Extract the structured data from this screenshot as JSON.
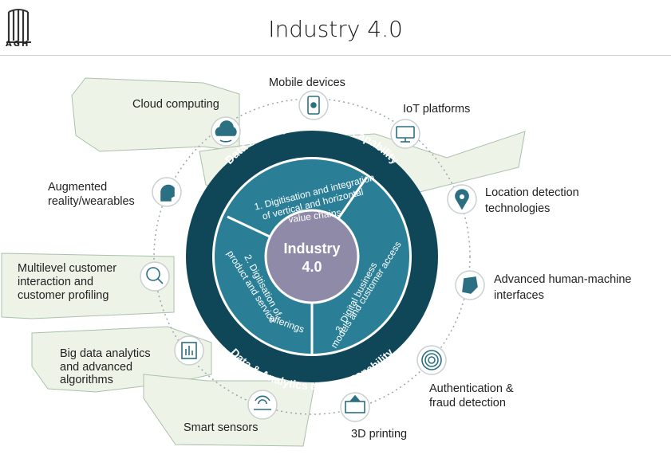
{
  "header": {
    "title": "Industry 4.0",
    "logo_text": "AGH"
  },
  "diagram": {
    "center": [
      "Industry",
      "4.0"
    ],
    "outer_ring_text_top": "Data & Analytics as core capability",
    "outer_ring_text_bottom": "Data & Analytics as core capability",
    "segments": [
      {
        "lines": [
          "1. Digitisation and integration",
          "of vertical and horizontal",
          "value chains"
        ]
      },
      {
        "lines": [
          "2. Digitisation of",
          "product and service",
          "offerings"
        ]
      },
      {
        "lines": [
          "3. Digital business",
          "models and customer access"
        ]
      }
    ],
    "items": [
      {
        "icon": "smartphone-icon",
        "lines": [
          "Mobile devices"
        ]
      },
      {
        "icon": "monitor-icon",
        "lines": [
          "IoT platforms"
        ]
      },
      {
        "icon": "location-pin-icon",
        "lines": [
          "Location detection",
          "technologies"
        ]
      },
      {
        "icon": "robot-hand-icon",
        "lines": [
          "Advanced human-machine",
          "interfaces"
        ]
      },
      {
        "icon": "fingerprint-icon",
        "lines": [
          "Authentication &",
          "fraud detection"
        ]
      },
      {
        "icon": "printer-3d-icon",
        "lines": [
          "3D printing"
        ]
      },
      {
        "icon": "wireless-sensor-icon",
        "lines": [
          "Smart sensors"
        ]
      },
      {
        "icon": "data-chart-icon",
        "lines": [
          "Big data analytics",
          "and advanced",
          "algorithms"
        ]
      },
      {
        "icon": "magnifier-user-icon",
        "lines": [
          "Multilevel customer",
          "interaction and",
          "customer profiling"
        ]
      },
      {
        "icon": "head-profile-icon",
        "lines": [
          "Augmented",
          "reality/wearables"
        ]
      },
      {
        "icon": "cloud-icon",
        "lines": [
          "Cloud computing"
        ]
      }
    ]
  },
  "colors": {
    "outer_ring": "#0f4759",
    "segments": "#2a7f97",
    "center": "#8e8aa8",
    "callout": "#eef3e8",
    "icon_ring": "#5a7d8c"
  }
}
